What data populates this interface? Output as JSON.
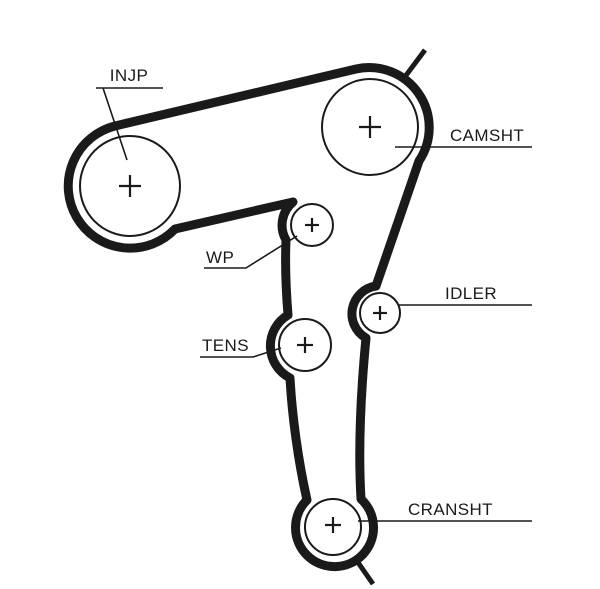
{
  "colors": {
    "ink": "#1a1a1a",
    "background": "#ffffff"
  },
  "diagram": {
    "kind": "timing-belt-routing"
  },
  "labels": {
    "injp": "INJP",
    "camsht": "CAMSHT",
    "wp": "WP",
    "idler": "IDLER",
    "tens": "TENS",
    "cransht": "CRANSHT"
  }
}
